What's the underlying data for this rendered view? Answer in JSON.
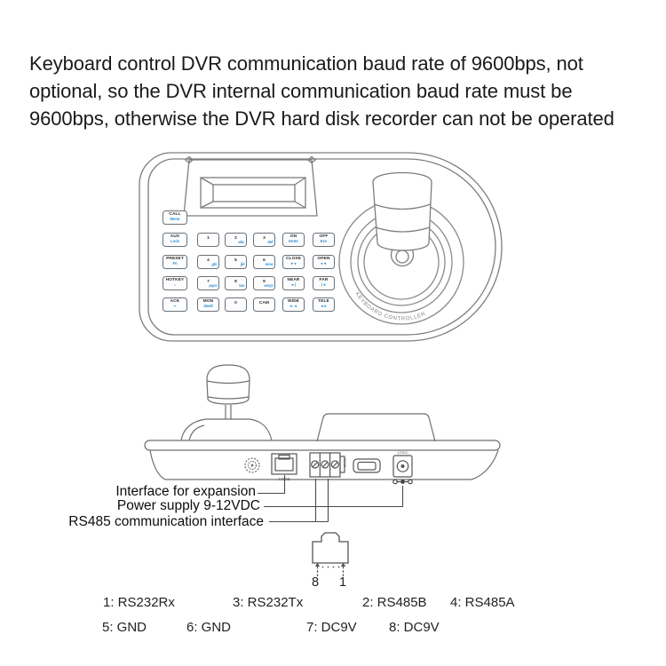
{
  "header": {
    "lines": [
      "Keyboard control DVR communication baud rate of 9600bps, not",
      "optional, so the DVR internal communication baud rate must be",
      "9600bps, otherwise the DVR hard disk recorder can not be operated"
    ]
  },
  "keyboard_top": {
    "arc_text": "KEYBOARD CONTROLLER",
    "buttons": [
      {
        "row": 0,
        "col": 0,
        "label": "CALL",
        "sub": "Menu"
      },
      {
        "row": 1,
        "col": 0,
        "label": "AUX",
        "sub": "Lock"
      },
      {
        "row": 1,
        "col": 1,
        "label": "1",
        "sub": ""
      },
      {
        "row": 1,
        "col": 2,
        "label": "2",
        "sub": "abc"
      },
      {
        "row": 1,
        "col": 3,
        "label": "3",
        "sub": "def"
      },
      {
        "row": 1,
        "col": 4,
        "label": "ON",
        "sub": "Enter"
      },
      {
        "row": 1,
        "col": 5,
        "label": "OFF",
        "sub": "Esc"
      },
      {
        "row": 2,
        "col": 0,
        "label": "PRESET",
        "sub": "Fn"
      },
      {
        "row": 2,
        "col": 1,
        "label": "4",
        "sub": "ghi"
      },
      {
        "row": 2,
        "col": 2,
        "label": "5",
        "sub": "jkl"
      },
      {
        "row": 2,
        "col": 3,
        "label": "6",
        "sub": "mno"
      },
      {
        "row": 2,
        "col": 4,
        "label": "CLOSE",
        "sub": "►●"
      },
      {
        "row": 2,
        "col": 5,
        "label": "OPEN",
        "sub": "●◄"
      },
      {
        "row": 3,
        "col": 0,
        "label": "HOTKEY",
        "sub": "☼"
      },
      {
        "row": 3,
        "col": 1,
        "label": "7",
        "sub": "pqrs"
      },
      {
        "row": 3,
        "col": 2,
        "label": "8",
        "sub": "tuv"
      },
      {
        "row": 3,
        "col": 3,
        "label": "9",
        "sub": "wxyz"
      },
      {
        "row": 3,
        "col": 4,
        "label": "NEAR",
        "sub": "►|"
      },
      {
        "row": 3,
        "col": 5,
        "label": "FAR",
        "sub": "|◄"
      },
      {
        "row": 4,
        "col": 0,
        "label": "ACK",
        "sub": "↵"
      },
      {
        "row": 4,
        "col": 1,
        "label": "MON",
        "sub": "dwell"
      },
      {
        "row": 4,
        "col": 2,
        "label": "0",
        "sub": ""
      },
      {
        "row": 4,
        "col": 3,
        "label": "CAM",
        "sub": ""
      },
      {
        "row": 4,
        "col": 4,
        "label": "WIDE",
        "sub": "►◄"
      },
      {
        "row": 4,
        "col": 5,
        "label": "TELE",
        "sub": "◄►"
      }
    ]
  },
  "side_view": {
    "code_port_label": "CODE",
    "dc_jack_label": "12VDC",
    "terminal_tag": "RS485"
  },
  "annotations": {
    "expansion": "Interface for expansion",
    "power": "Power supply 9-12VDC",
    "rs485": "RS485 communication interface"
  },
  "connector": {
    "left_pin": "8",
    "right_pin": "1"
  },
  "pin_table": {
    "rows": [
      [
        {
          "pin": "1",
          "signal": "RS232Rx"
        },
        {
          "pin": "3",
          "signal": "RS232Tx"
        },
        {
          "pin": "2",
          "signal": "RS485B"
        },
        {
          "pin": "4",
          "signal": "RS485A"
        }
      ],
      [
        {
          "pin": "5",
          "signal": "GND"
        },
        {
          "pin": "6",
          "signal": "GND"
        },
        {
          "pin": "7",
          "signal": "DC9V"
        },
        {
          "pin": "8",
          "signal": "DC9V"
        }
      ]
    ]
  },
  "colors": {
    "sub_label_blue": "#2a8fd8",
    "line_gray": "#7d7d7d",
    "text_black": "#1a1a1a"
  }
}
